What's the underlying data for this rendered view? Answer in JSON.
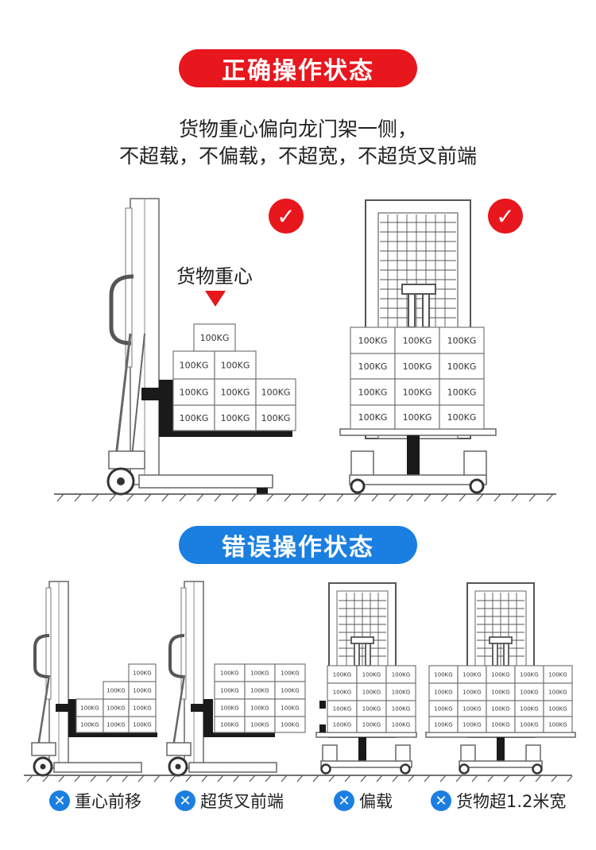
{
  "correct_section": {
    "title": "正确操作状态",
    "description_line1": "货物重心偏向龙门架一侧，",
    "description_line2": "不超载，不偏载，不超宽，不超货叉前端",
    "center_of_gravity_label": "货物重心",
    "check_icon": "✓"
  },
  "wrong_section": {
    "title": "错误操作状态",
    "x_icon": "✕",
    "captions": [
      "重心前移",
      "超货叉前端",
      "偏载",
      "货物超1.2米宽"
    ]
  },
  "box_label": "100KG",
  "colors": {
    "correct": "#e8161d",
    "wrong": "#1a7fe0"
  }
}
